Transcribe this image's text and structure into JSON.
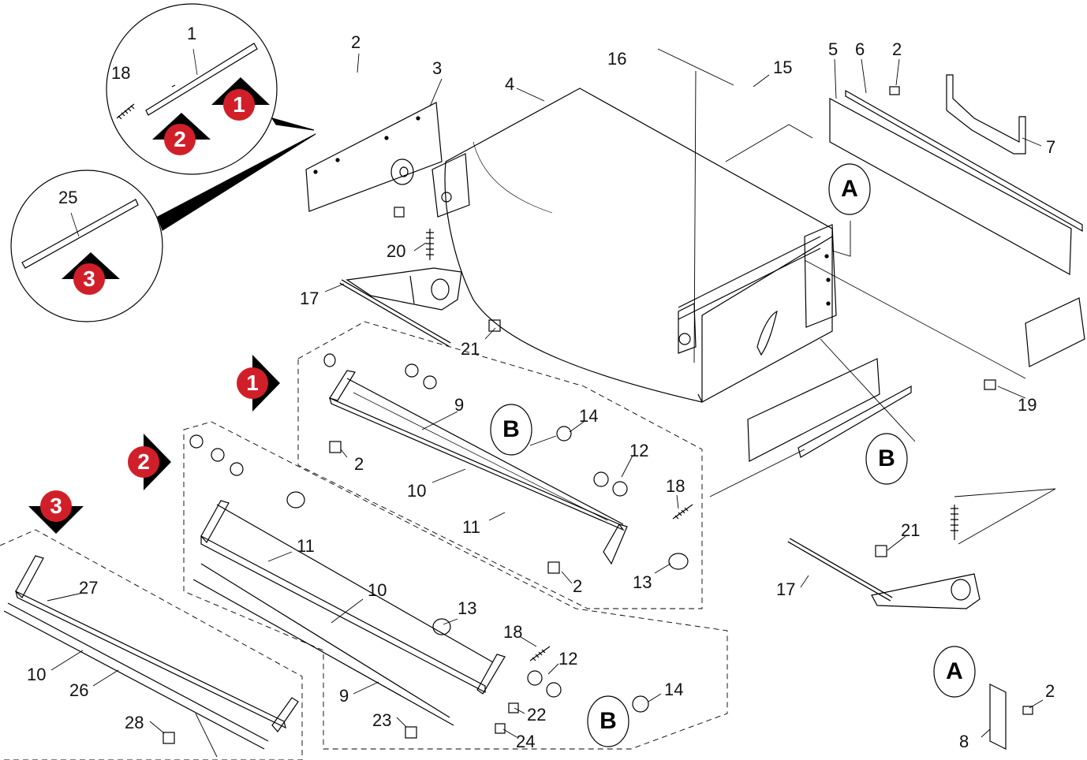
{
  "callouts": {
    "c1": "1",
    "c18a": "18",
    "c2a": "2",
    "c3": "3",
    "c4": "4",
    "c16": "16",
    "c15": "15",
    "c5": "5",
    "c6": "6",
    "c2b": "2",
    "c7": "7",
    "c25": "25",
    "c20": "20",
    "c17a": "17",
    "c21a": "21",
    "c9a": "9",
    "c14a": "14",
    "c12a": "12",
    "c2c": "2",
    "c10a": "10",
    "c18b": "18",
    "c11a": "11",
    "c13a": "13",
    "c2d": "2",
    "c19": "19",
    "c21b": "21",
    "c17b": "17",
    "c11b": "11",
    "c10b": "10",
    "c27": "27",
    "c13b": "13",
    "c18c": "18",
    "c12b": "12",
    "c14b": "14",
    "c10c": "10",
    "c26": "26",
    "c9b": "9",
    "c22": "22",
    "c23": "23",
    "c24": "24",
    "c28": "28",
    "c2e": "2",
    "c8": "8"
  },
  "detail_letters": {
    "a1": "A",
    "b1": "B",
    "b2": "B",
    "b3": "B",
    "a2": "A"
  },
  "step_markers": {
    "s1a": "1",
    "s2a": "2",
    "s3a": "3",
    "s1b": "1",
    "s2b": "2",
    "s3b": "3"
  },
  "colors": {
    "step_marker": "#d11f2a",
    "line": "#000000"
  }
}
